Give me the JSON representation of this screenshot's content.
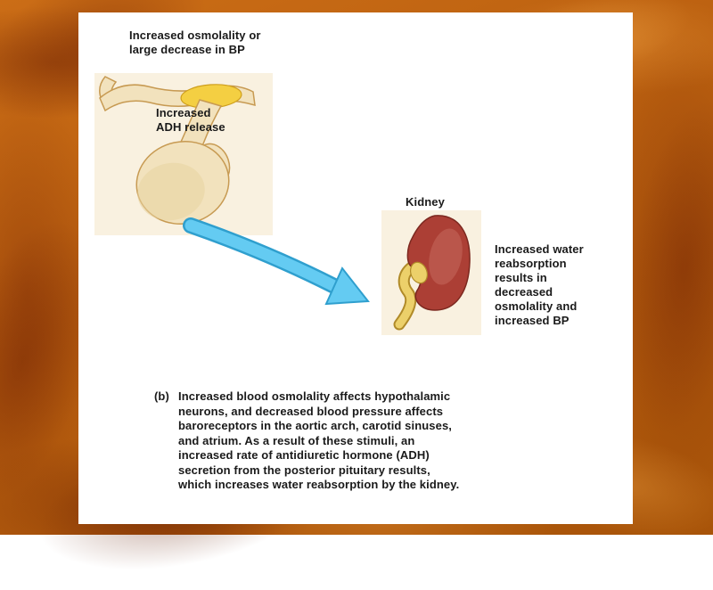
{
  "slide": {
    "colors": {
      "background_orange": "#b85e0f",
      "panel_white": "#ffffff",
      "arrow_blue": "#64cbf2",
      "kidney_red": "#ac3f35",
      "gland_cream": "#f2e2bd",
      "highlight_yellow": "#f4cf42",
      "ureter_yellow": "#e6c150",
      "text_dark": "#1a1a1a"
    }
  },
  "diagram": {
    "stimulus_label": "Increased osmolality or\nlarge decrease in BP",
    "adh_label": "Increased\nADH release",
    "kidney_label": "Kidney",
    "result_label": "Increased water\nreabsorption\nresults in\ndecreased\nosmolality and\nincreased BP",
    "caption": {
      "marker": "(b)",
      "text": "Increased blood osmolality affects hypothalamic\nneurons, and decreased blood pressure affects\nbaroreceptors in the aortic arch, carotid sinuses,\nand atrium. As a result of these stimuli, an\nincreased rate of antidiuretic hormone (ADH)\nsecretion from the posterior pituitary results,\nwhich increases water reabsorption by the kidney."
    }
  }
}
